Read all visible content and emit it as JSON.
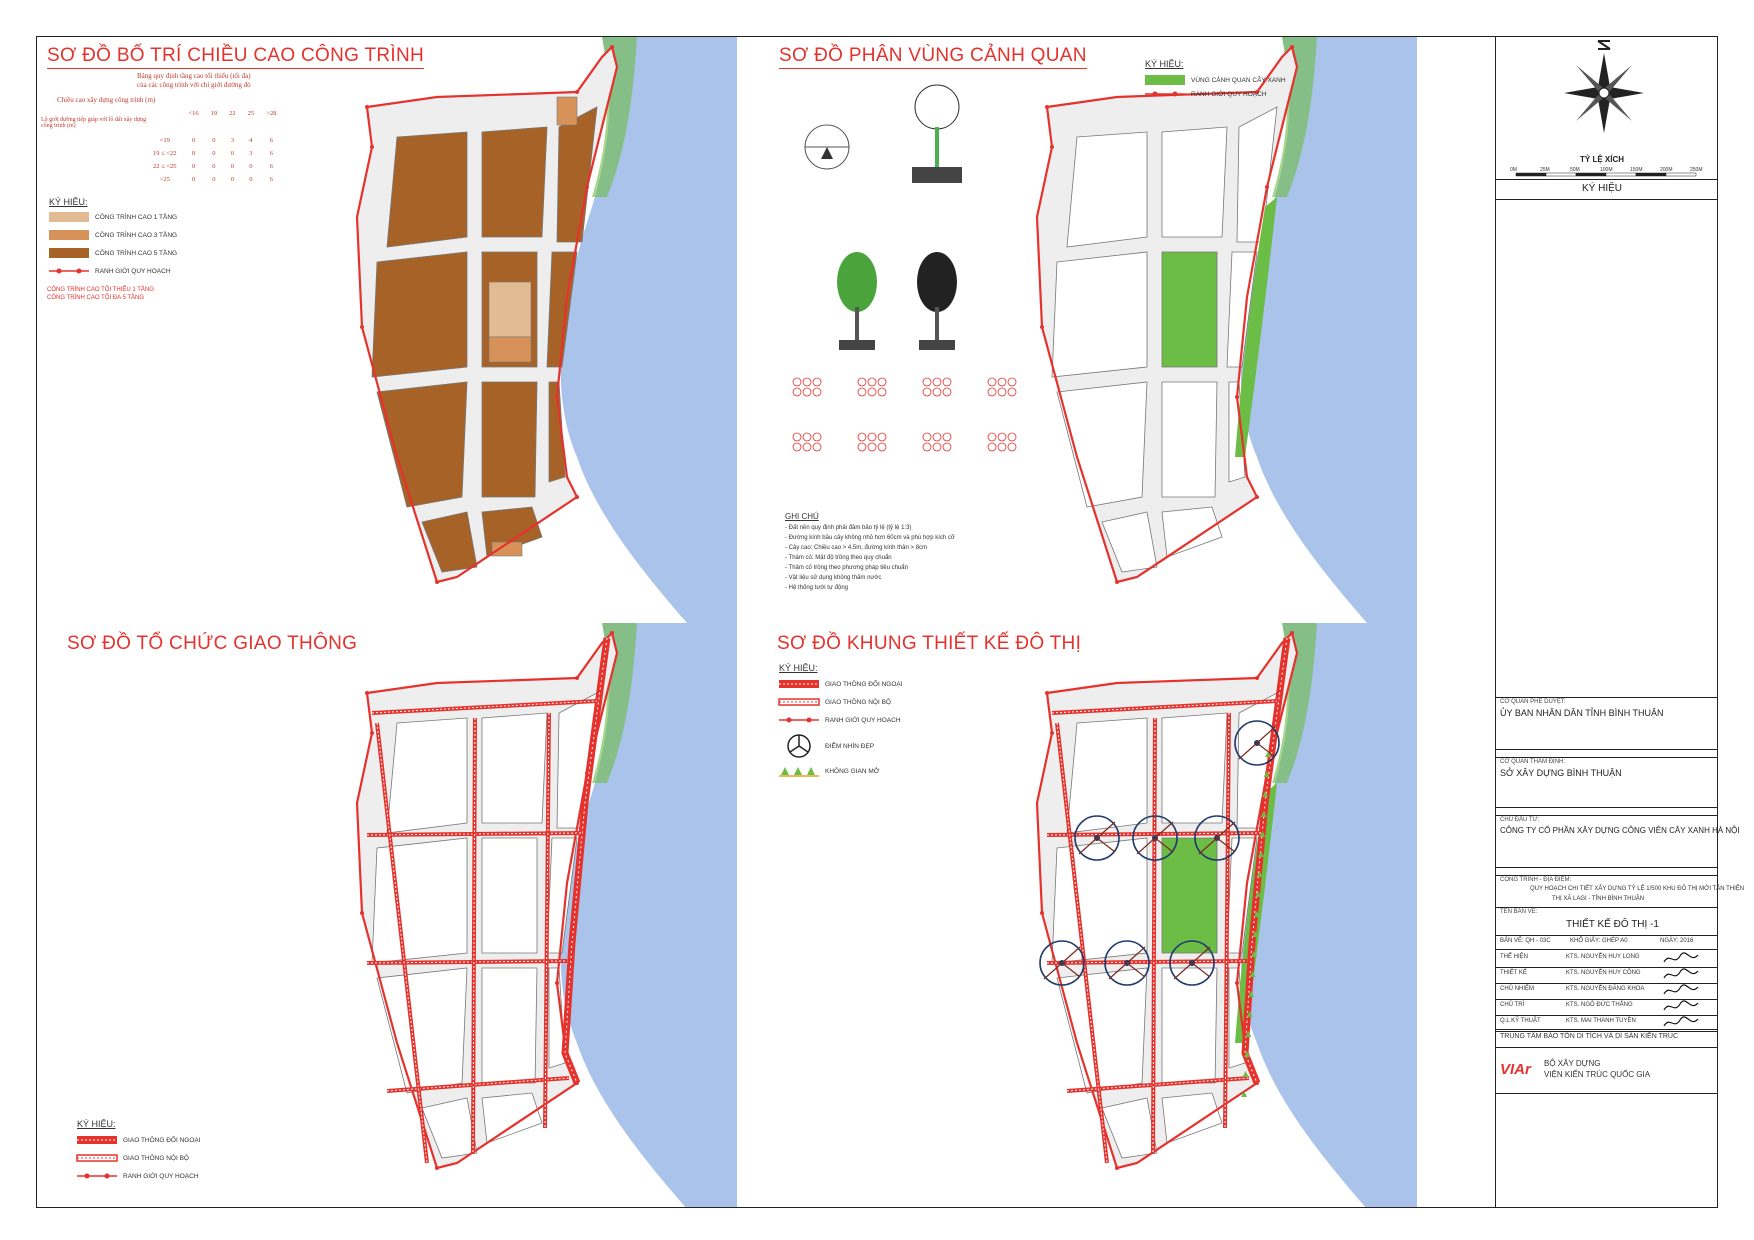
{
  "colors": {
    "accent": "#e5322d",
    "building_dark": "#a76327",
    "building_mid": "#d7925a",
    "building_light": "#e2bb94",
    "green": "#6cbd45",
    "river": "#aac3ea",
    "road": "#ffffff",
    "block": "#ffffff"
  },
  "panels": {
    "height": {
      "title": "SƠ ĐỒ BỐ TRÍ CHIỀU CAO CÔNG TRÌNH",
      "table_title_1": "Bảng quy định tầng cao tối thiểu (tối đa)",
      "table_title_2": "của các công trình với chỉ giới đường đỏ",
      "row_head": "Chiều cao xây dựng công trình (m)",
      "col_head": "Lộ giới đường tiếp giáp với lô đất xây dựng công trình (m)",
      "cols": [
        "<16",
        "19",
        "22",
        "25",
        ">28"
      ],
      "rows": [
        {
          "label": "<19",
          "cells": [
            "0",
            "0",
            "3",
            "4",
            "6"
          ]
        },
        {
          "label": "19 ≤ <22",
          "cells": [
            "0",
            "0",
            "0",
            "3",
            "6"
          ]
        },
        {
          "label": "22 ≤ <25",
          "cells": [
            "0",
            "0",
            "0",
            "0",
            "6"
          ]
        },
        {
          "label": ">25",
          "cells": [
            "0",
            "0",
            "0",
            "0",
            "6"
          ]
        }
      ],
      "legend_title": "KÝ HIỆU:",
      "legend": [
        "CÔNG TRÌNH CAO 1 TẦNG",
        "CÔNG TRÌNH CAO 3 TẦNG",
        "CÔNG TRÌNH CAO 5 TẦNG",
        "RANH GIỚI QUY HOẠCH"
      ],
      "note_1": "CÔNG TRÌNH CAO TỐI THIỂU 1 TẦNG",
      "note_2": "CÔNG TRÌNH CAO TỐI ĐA 5 TẦNG"
    },
    "landscape": {
      "title": "SƠ ĐỒ PHÂN VÙNG CẢNH QUAN",
      "legend_title": "KÝ HIỆU:",
      "legend": [
        "VÙNG CẢNH QUAN CÂY XANH",
        "RANH GIỚI QUY HOẠCH"
      ],
      "notes_title": "GHI CHÚ",
      "notes": [
        "- Đất nền quy định phải đảm bảo tỷ lệ (tỷ lệ 1:3)",
        "- Đường kính bầu cây không nhỏ hơn 60cm và phù hợp kích cỡ",
        "- Cây cao: Chiều cao > 4.5m, đường kính thân > 8cm",
        "- Thảm cỏ: Mật độ trồng theo quy chuẩn",
        "- Thảm cỏ trồng theo phương pháp tiêu chuẩn",
        "- Vật liệu sử dụng không thấm nước",
        "- Hệ thống tưới tự động"
      ]
    },
    "traffic": {
      "title": "SƠ ĐỒ TỔ CHỨC GIAO THÔNG",
      "legend_title": "KÝ HIỆU:",
      "legend": [
        "GIAO THÔNG ĐỐI NGOẠI",
        "GIAO THÔNG NỘI BỘ",
        "RANH GIỚI QUY HOẠCH"
      ]
    },
    "framework": {
      "title": "SƠ ĐỒ KHUNG THIẾT KẾ ĐÔ THỊ",
      "legend_title": "KÝ HIỆU:",
      "legend": [
        "GIAO THÔNG ĐỐI NGOẠI",
        "GIAO THÔNG NỘI BỘ",
        "RANH GIỚI QUY HOẠCH",
        "ĐIỂM NHÌN ĐẸP",
        "KHÔNG GIAN MỞ"
      ]
    }
  },
  "title_block": {
    "scale_label": "TỶ LỆ XÍCH",
    "scale_ticks": [
      "0M",
      "25M",
      "50M",
      "100M",
      "150M",
      "200M",
      "250M"
    ],
    "legend_header": "KÝ HIỆU",
    "approver_label": "CƠ QUAN PHÊ DUYỆT:",
    "approver": "ỦY BAN NHÂN DÂN TỈNH BÌNH THUẬN",
    "appraiser_label": "CƠ QUAN THẨM ĐỊNH:",
    "appraiser": "SỞ XÂY DỰNG BÌNH THUẬN",
    "investor_label": "CHỦ ĐẦU TƯ:",
    "investor": "CÔNG TY CỔ PHẦN XÂY DỰNG CÔNG VIÊN CÂY XANH HÀ NỘI",
    "project_label": "CÔNG TRÌNH - ĐỊA ĐIỂM:",
    "project_1": "QUY HOẠCH CHI TIẾT XÂY DỰNG TỶ LỆ 1/500 KHU ĐÔ THỊ MỚI TÂN THIỆN",
    "project_2": "THỊ XÃ LAGI - TỈNH BÌNH THUẬN",
    "drawing_label": "TÊN BẢN VẼ:",
    "drawing": "THIẾT KẾ ĐÔ THỊ -1",
    "sheet_no": "BẢN VẼ: QH - 03C",
    "paper": "KHỔ GIẤY: GHÉP A0",
    "date": "NGÀY: 2016",
    "roles": [
      {
        "role": "THỂ HIỆN",
        "name": "KTS. NGUYỄN HUY LONG"
      },
      {
        "role": "THIẾT KẾ",
        "name": "KTS. NGUYỄN HUY CÔNG"
      },
      {
        "role": "CHỦ NHIỆM",
        "name": "KTS. NGUYỄN ĐĂNG KHOA"
      },
      {
        "role": "CHỦ TRÌ",
        "name": "KTS. NGÔ ĐỨC THẮNG"
      },
      {
        "role": "Q.L KỸ THUẬT",
        "name": "KTS. MAI THANH TUYỀN"
      }
    ],
    "office": "TRUNG TÂM BẢO TỒN DI TÍCH VÀ DI SẢN KIẾN TRÚC",
    "ministry": "BỘ XÂY DỰNG",
    "institute": "VIỆN KIẾN TRÚC QUỐC GIA",
    "logo": "VIAr"
  }
}
